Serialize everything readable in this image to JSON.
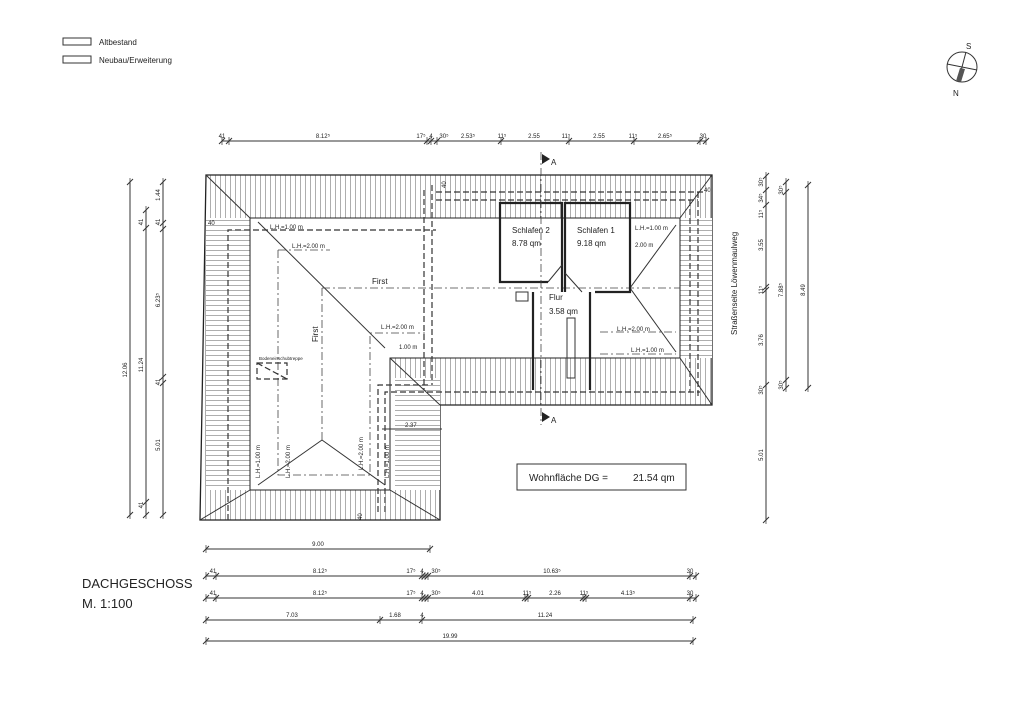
{
  "legend": {
    "items": [
      {
        "label": "Altbestand"
      },
      {
        "label": "Neubau/Erweiterung"
      }
    ]
  },
  "compass": {
    "top": "S",
    "bottom": "N"
  },
  "title": {
    "name": "DACHGESCHOSS",
    "scale": "M.  1:100"
  },
  "area_box": {
    "label": "Wohnfläche DG =",
    "value": "21.54  qm"
  },
  "section": {
    "label": "A"
  },
  "street": "Straßenseite  Löwenmaulweg",
  "rooms": [
    {
      "name": "Schlafen 2",
      "area": "8.78  qm"
    },
    {
      "name": "Schlafen 1",
      "area": "9.18  qm"
    },
    {
      "name": "Flur",
      "area": "3.58  qm"
    }
  ],
  "annotations": {
    "lh1_tl": "L.H.=1.00  m",
    "lh2_tl": "L.H.=2.00  m",
    "first_h": "First",
    "first_v": "First",
    "lh2_mid": "L.H.=2.00  m",
    "m100_mid": "1.00  m",
    "stair": "Bodeneinschubtreppe",
    "w237": "2.37",
    "lh1_bl": "L.H.=1.00  m",
    "lh2_bl": "L.H.=2.00  m",
    "lh2_br": "L.H.=2.00  m",
    "lh1_br": "L.H.=1.00  m",
    "lh1_tr": "L.H.=1.00  m",
    "m200_tr": "2.00  m",
    "lh2_r": "L.H.=2.00  m",
    "lh1_r": "L.H.=1.00  m",
    "o40a": "40",
    "o40b": "40",
    "o40c": "40",
    "o40d": "40"
  },
  "dims": {
    "top": [
      "41",
      "8.12⁵",
      "17⁵",
      "4",
      "30⁵",
      "2.53⁵",
      "11⁵",
      "2.55",
      "11⁵",
      "2.55",
      "11⁵",
      "2.65⁵",
      "30"
    ],
    "b1": [
      "9.00"
    ],
    "b2": [
      "41",
      "8.12⁵",
      "17⁵",
      "4",
      "30⁵",
      "10.63⁵",
      "30"
    ],
    "b3": [
      "41",
      "8.12⁵",
      "17⁵",
      "4",
      "30⁵",
      "4.01",
      "11⁵",
      "2.26",
      "11⁵",
      "4.13⁵",
      "30"
    ],
    "b4": [
      "7.03",
      "1.68",
      "4",
      "11.24"
    ],
    "b5": [
      "19.99"
    ],
    "l1": [
      "12.06"
    ],
    "l2": [
      "41",
      "11.24",
      "41"
    ],
    "l3": [
      "1.44",
      "41",
      "6.23⁵",
      "41",
      "5.01"
    ],
    "r1": [
      "30⁵",
      "34⁵",
      "11⁵",
      "3.55",
      "11⁵",
      "3.76",
      "30⁵",
      "5.01"
    ],
    "r2": [
      "30⁵",
      "7.88⁵",
      "30⁵"
    ],
    "r3": [
      "8.49"
    ]
  }
}
